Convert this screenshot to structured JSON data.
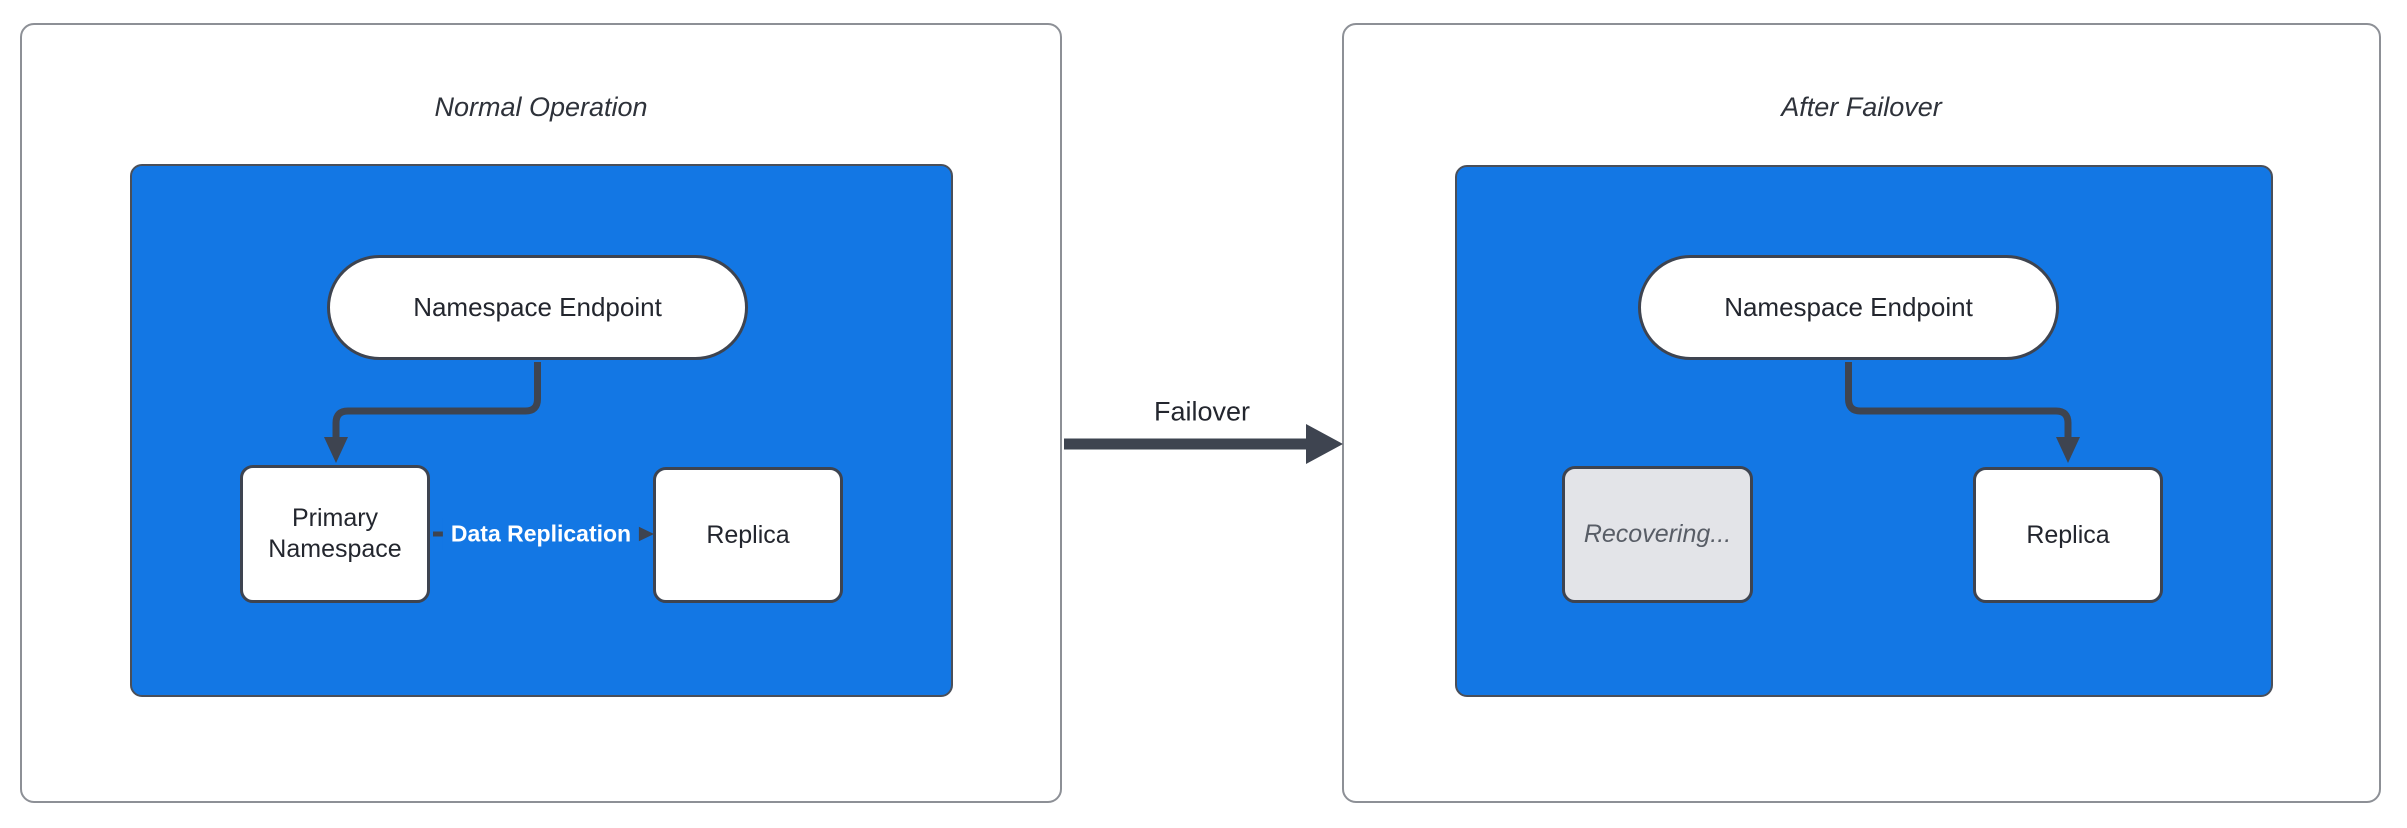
{
  "diagram": {
    "panels": [
      {
        "title": "Normal Operation",
        "endpoint": {
          "label": "Namespace Endpoint"
        },
        "primary": {
          "label": "Primary Namespace"
        },
        "replica": {
          "label": "Replica"
        },
        "replication_edge": {
          "label": "Data Replication"
        }
      },
      {
        "title": "After Failover",
        "endpoint": {
          "label": "Namespace Endpoint"
        },
        "recovering": {
          "label": "Recovering..."
        },
        "replica": {
          "label": "Replica"
        }
      }
    ],
    "center_arrow": {
      "label": "Failover"
    }
  },
  "colors": {
    "container_blue": "#1377e4",
    "stroke_dark": "#3e4450",
    "panel_border": "#8d9096",
    "node_fill": "#ffffff",
    "recovering_fill": "#e3e4e8",
    "recovering_text": "#585d66",
    "text_dark": "#23262e",
    "edge_label_text": "#ffffff"
  }
}
